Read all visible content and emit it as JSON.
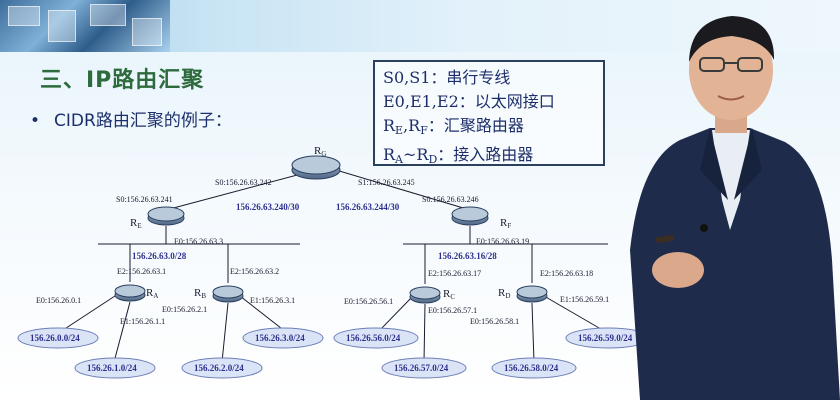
{
  "title": "三、IP路由汇聚",
  "subtitle": {
    "bullet": "•",
    "text": "CIDR路由汇聚的例子："
  },
  "legend": [
    {
      "label": "S0,S1",
      "sub1": "",
      "sep": "",
      "sub2": "",
      "desc": "：串行专线"
    },
    {
      "label": "E0,E1,E2",
      "sub1": "",
      "sep": "",
      "sub2": "",
      "desc": "：以太网接口"
    },
    {
      "label": "R",
      "sub1": "E",
      "sep": ",R",
      "sub2": "F",
      "desc": "：汇聚路由器"
    },
    {
      "label": "R",
      "sub1": "A",
      "sep": "~R",
      "sub2": "D",
      "desc": "：接入路由器"
    }
  ],
  "routers": {
    "rg": {
      "name": "R",
      "sub": "G"
    },
    "re": {
      "name": "R",
      "sub": "E"
    },
    "rf": {
      "name": "R",
      "sub": "F"
    },
    "ra": {
      "name": "R",
      "sub": "A"
    },
    "rb": {
      "name": "R",
      "sub": "B"
    },
    "rc": {
      "name": "R",
      "sub": "C"
    },
    "rd": {
      "name": "R",
      "sub": "D"
    }
  },
  "interfaces": {
    "rg_s0": "S0:156.26.63.242",
    "rg_s1": "S1:156.26.63.245",
    "re_s0": "S0:156.26.63.241",
    "rf_s0": "S0:156.26.63.246",
    "re_e0": "E0:156.26.63.3",
    "rf_e0": "E0:156.26.63.19",
    "ra_e2": "E2:156.26.63.1",
    "rb_e2": "E2:156.26.63.2",
    "rc_e2": "E2:156.26.63.17",
    "rd_e2": "E2:156.26.63.18",
    "ra_e0": "E0:156.26.0.1",
    "ra_e1": "E1:156.26.1.1",
    "rb_e0": "E0:156.26.2.1",
    "rb_e1": "E1:156.26.3.1",
    "rc_e0": "E0:156.26.56.1",
    "rc_e1": "E0:156.26.57.1",
    "rd_e0": "E0:156.26.58.1",
    "rd_e1": "E1:156.26.59.1"
  },
  "networks": {
    "link_left": "156.26.63.240/30",
    "link_right": "156.26.63.244/30",
    "lan_left": "156.26.63.0/28",
    "lan_right": "156.26.63.16/28",
    "n0": "156.26.0.0/24",
    "n1": "156.26.1.0/24",
    "n2": "156.26.2.0/24",
    "n3": "156.26.3.0/24",
    "n56": "156.26.56.0/24",
    "n57": "156.26.57.0/24",
    "n58": "156.26.58.0/24",
    "n59": "156.26.59.0/24"
  },
  "colors": {
    "title": "#2d6a3c",
    "network": "#2e2f8f",
    "ellipse": "#c9d4f0",
    "suit": "#1f2b4a"
  }
}
